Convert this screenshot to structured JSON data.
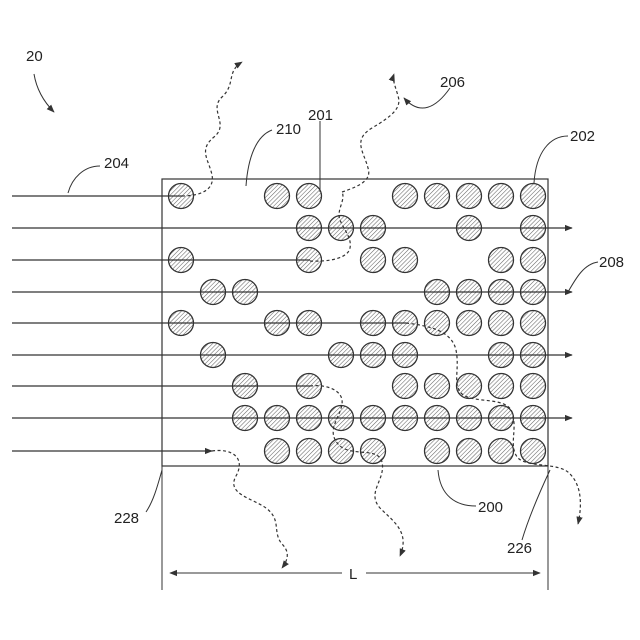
{
  "figure": {
    "ref_numerals": {
      "figure": "20",
      "slab": "200",
      "top_surface": "201",
      "particle": "202",
      "incident_ray": "204",
      "scattered_up": "206",
      "transmitted": "208",
      "particle_top": "210",
      "path_bottom_right": "226",
      "path_bottom_left": "228"
    },
    "dimension_label": "L"
  }
}
